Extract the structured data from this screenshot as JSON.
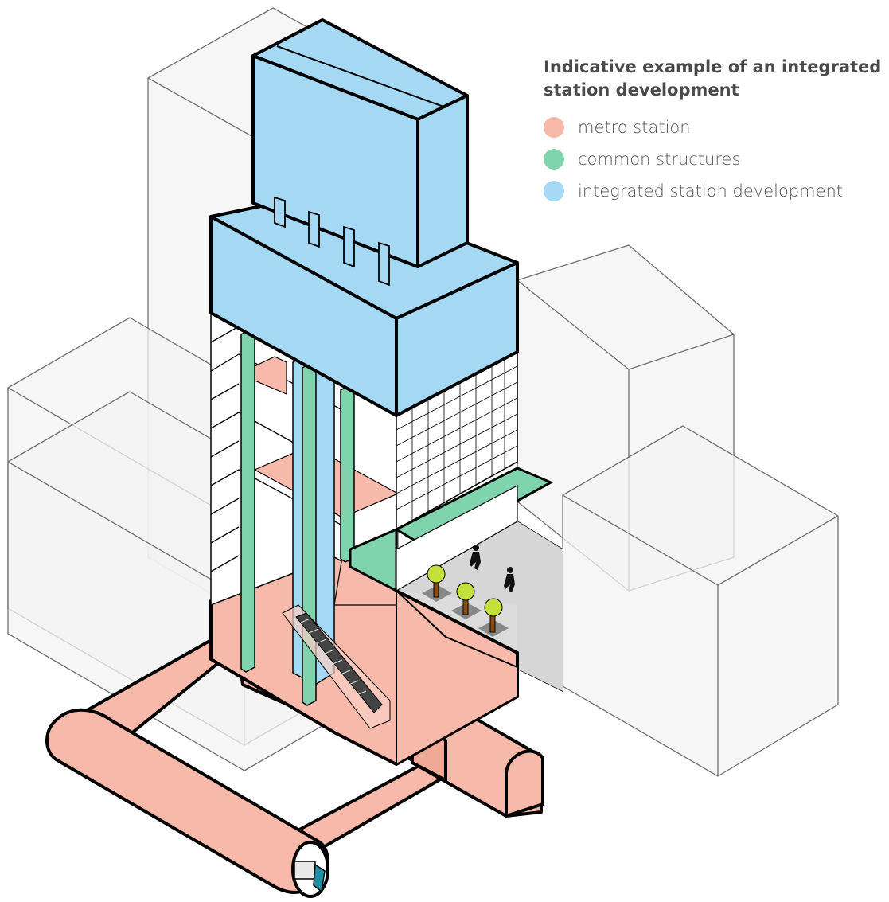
{
  "legend": {
    "title": "Indicative example of an integrated station development",
    "items": [
      {
        "label": "metro station",
        "color": "#f6b9aa"
      },
      {
        "label": "common structures",
        "color": "#80d4ad"
      },
      {
        "label": "integrated station development",
        "color": "#a5d8f3"
      }
    ]
  },
  "colors": {
    "metro_station": "#f6b9aa",
    "common_structures": "#80d4ad",
    "integrated_station_development": "#a5d8f3",
    "context_buildings": "#f2f2f2",
    "plaza": "#dcdcdc",
    "outline": "#000000",
    "tree_canopy": "#c4e03a",
    "tree_trunk": "#8a4b12"
  }
}
